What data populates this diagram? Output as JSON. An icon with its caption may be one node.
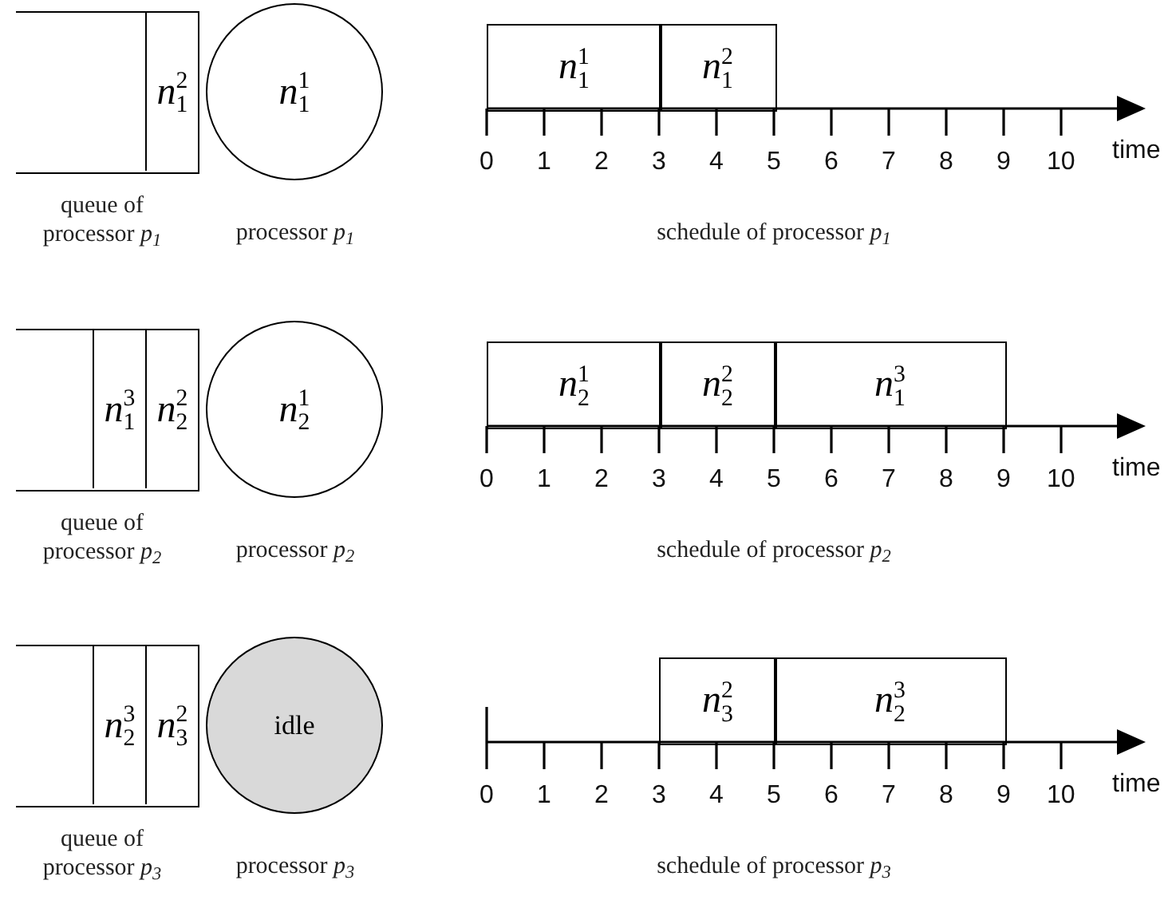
{
  "diagram": {
    "nodes": [
      {
        "text": [],
        "shape": "box",
        "beside": [
          "queue of processor *p*$_{1}$"
        ]
      },
      {
        "text": [
          "*n*$_{1}$$^{2}$"
        ],
        "in": 0
      },
      {
        "text": [
          "*n*$_{1}$$^{1}$"
        ],
        "beside": [
          "processor *p*$_{1}$"
        ]
      },
      {
        "text": [
          "*n*$_{1}$$^{1}$"
        ]
      },
      {
        "text": [
          "*n*$_{1}$$^{2}$"
        ]
      },
      {
        "text": [],
        "shape": "box",
        "beside": [
          "queue of processor *p*$_{2}$"
        ]
      },
      {
        "text": [
          "*n*$_{1}$$^{3}$"
        ],
        "in": 5
      },
      {
        "text": [
          "*n*$_{2}$$^{2}$"
        ],
        "in": 5
      },
      {
        "text": [
          "*n*$_{2}$$^{1}$"
        ],
        "beside": [
          "processor *p*$_{2}$"
        ]
      },
      {
        "text": [
          "*n*$_{2}$$^{1}$"
        ]
      },
      {
        "text": [
          "*n*$_{2}$$^{2}$"
        ]
      },
      {
        "text": [
          "*n*$_{1}$$^{3}$"
        ]
      },
      {
        "text": [],
        "shape": "box",
        "beside": [
          "queue of processor *p*$_{3}$"
        ]
      },
      {
        "text": [
          "*n*$_{2}$$^{3}$"
        ],
        "in": 12
      },
      {
        "text": [
          "*n*$_{3}$$^{2}$"
        ],
        "in": 12
      },
      {
        "text": [
          "idle"
        ],
        "beside": [
          "processor *p*$_{3}$"
        ]
      },
      {
        "text": [
          "*n*$_{3}$$^{2}$"
        ]
      },
      {
        "text": [
          "*n*$_{2}$$^{3}$"
        ]
      }
    ],
    "labels": [
      "0",
      "1",
      "2",
      "3",
      "4",
      "5",
      "6",
      "7",
      "8",
      "9",
      "10",
      "time",
      "schedule of processor *p*$_{1}$",
      "0",
      "1",
      "2",
      "3",
      "4",
      "5",
      "6",
      "7",
      "8",
      "9",
      "10",
      "time",
      "schedule of processor *p*$_{2}$",
      "0",
      "1",
      "2",
      "3",
      "4",
      "5",
      "6",
      "7",
      "8",
      "9",
      "10",
      "time",
      "schedule of processor *p*$_{3}$"
    ]
  }
}
